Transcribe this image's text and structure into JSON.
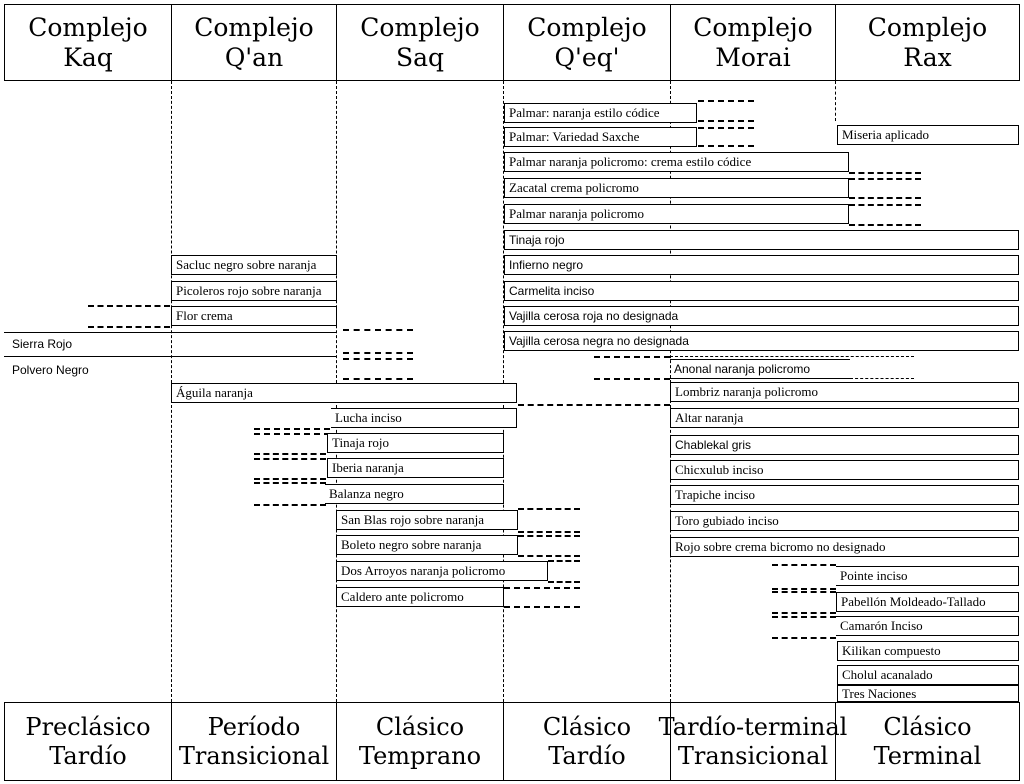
{
  "complexes": [
    {
      "line1": "Complejo",
      "line2": "Kaq"
    },
    {
      "line1": "Complejo",
      "line2": "Q'an"
    },
    {
      "line1": "Complejo",
      "line2": "Saq"
    },
    {
      "line1": "Complejo",
      "line2": "Q'eq'"
    },
    {
      "line1": "Complejo",
      "line2": "Morai"
    },
    {
      "line1": "Complejo",
      "line2": "Rax"
    }
  ],
  "periods": [
    {
      "line1": "Preclásico",
      "line2": "Tardío"
    },
    {
      "line1": "Período",
      "line2": "Transicional"
    },
    {
      "line1": "Clásico",
      "line2": "Temprano"
    },
    {
      "line1": "Clásico",
      "line2": "Tardío"
    },
    {
      "line1": "Tardío-terminal",
      "line2": "Transicional"
    },
    {
      "line1": "Clásico",
      "line2": "Terminal"
    }
  ],
  "wares": [
    "Palmar: naranja estilo códice",
    "Palmar: Variedad Saxche",
    "Miseria aplicado",
    "Palmar naranja policromo: crema estilo códice",
    "Zacatal crema policromo",
    "Palmar naranja policromo",
    "Tinaja rojo",
    "Sacluc negro sobre naranja",
    "Infierno negro",
    "Picoleros rojo sobre naranja",
    "Carmelita inciso",
    "Flor crema",
    "Vajilla cerosa roja no designada",
    "Sierra Rojo",
    "Vajilla cerosa negra no designada",
    "Anonal naranja policromo",
    "Polvero Negro",
    "Águila naranja",
    "Lombriz naranja policromo",
    "Lucha inciso",
    "Altar naranja",
    "Tinaja rojo",
    "Chablekal gris",
    "Iberia naranja",
    "Chicxulub inciso",
    "Balanza negro",
    "Trapiche inciso",
    "San Blas rojo sobre naranja",
    "Toro gubiado inciso",
    "Boleto negro sobre naranja",
    "Rojo sobre crema bicromo no designado",
    "Dos Arroyos naranja policromo",
    "Pointe inciso",
    "Caldero ante policromo",
    "Pabellón Moldeado-Tallado",
    "Camarón Inciso",
    "Kilikan compuesto",
    "Cholul acanalado",
    "Tres Naciones"
  ]
}
